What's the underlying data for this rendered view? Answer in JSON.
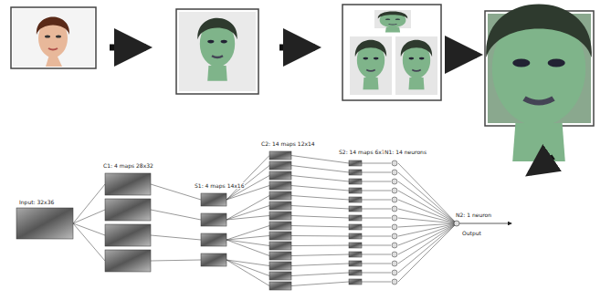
{
  "diagram": {
    "labels": [
      "Input: 32x36",
      "C1: 4 maps 28x32",
      "S1: 4 maps 14x16",
      "C2: 14 maps 12x14",
      "S2: 14 maps 6x7",
      "N1: 14 neurons",
      "N2: 1 neuron",
      "Output"
    ]
  }
}
